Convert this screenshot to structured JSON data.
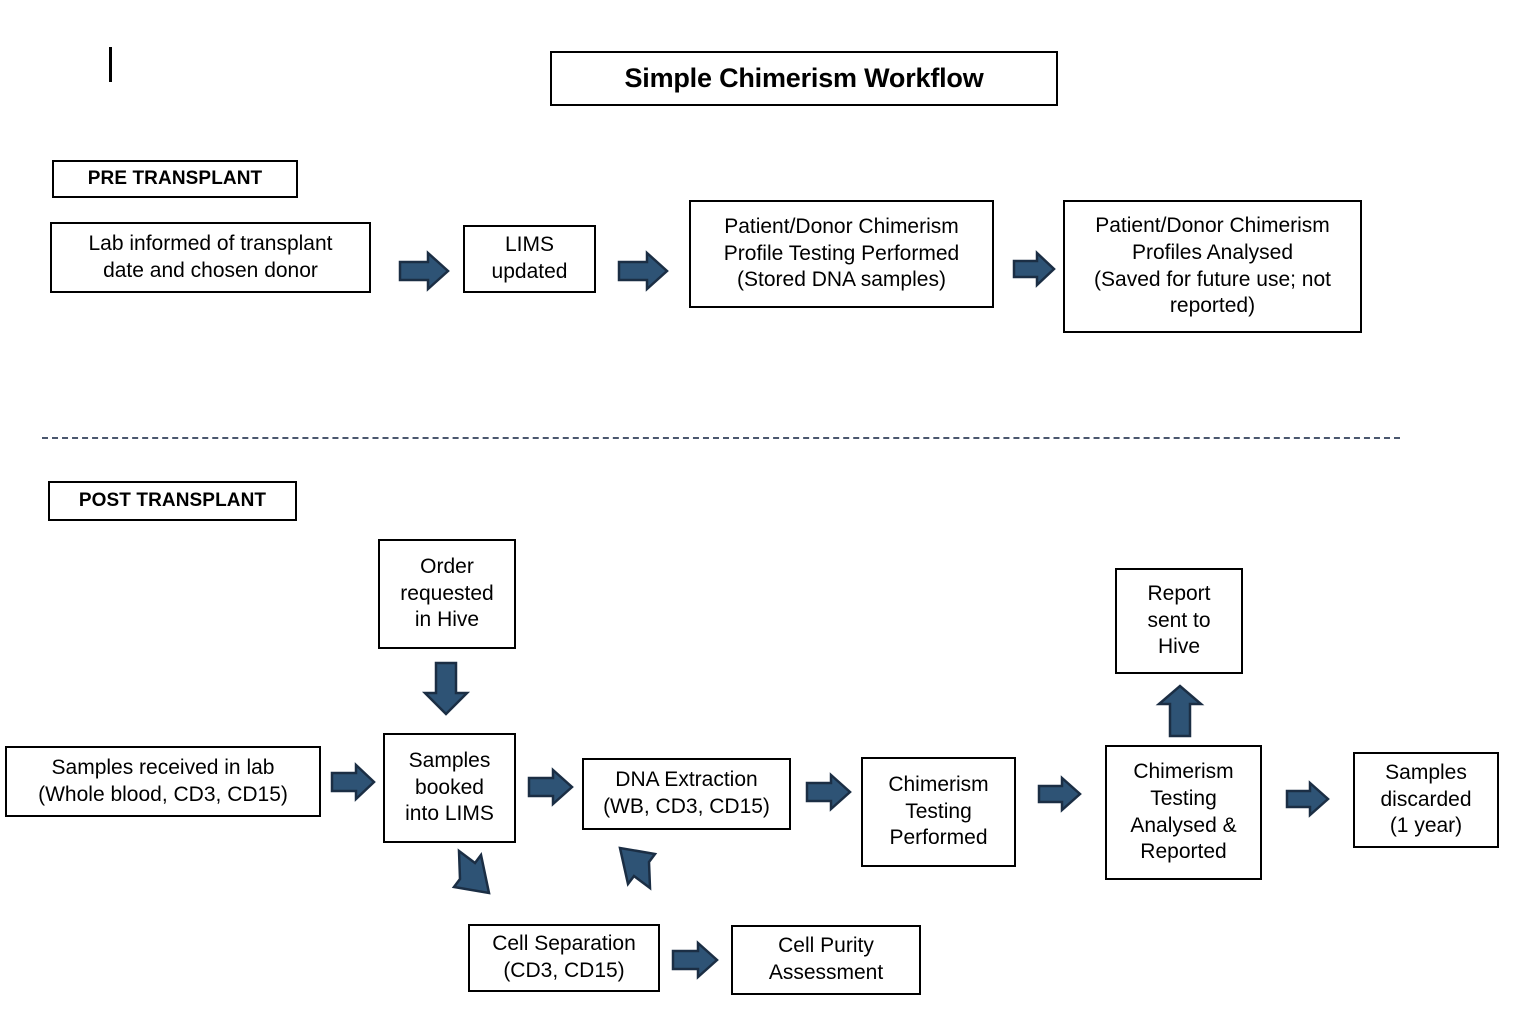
{
  "page": {
    "title": "Simple Chimerism Workflow",
    "background": "#ffffff",
    "arrow_fill": "#2e5375",
    "arrow_stroke": "#1b2e44",
    "box_border": "#000000",
    "divider_color": "#2b3a55"
  },
  "sections": {
    "pre": {
      "label": "PRE TRANSPLANT"
    },
    "post": {
      "label": "POST TRANSPLANT"
    }
  },
  "pre_transplant_nodes": [
    {
      "id": "lab-informed",
      "text": "Lab informed of transplant\ndate and chosen donor"
    },
    {
      "id": "lims-updated",
      "text": "LIMS\nupdated"
    },
    {
      "id": "profile-testing",
      "text": "Patient/Donor Chimerism\nProfile Testing Performed\n(Stored DNA samples)"
    },
    {
      "id": "profiles-analysed",
      "text": "Patient/Donor Chimerism\nProfiles Analysed\n(Saved for future use; not\nreported)"
    }
  ],
  "post_transplant_nodes": [
    {
      "id": "order-requested",
      "text": "Order\nrequested\nin Hive"
    },
    {
      "id": "samples-received",
      "text": "Samples received in lab\n(Whole blood, CD3, CD15)"
    },
    {
      "id": "samples-booked",
      "text": "Samples\nbooked\ninto LIMS"
    },
    {
      "id": "dna-extraction",
      "text": "DNA Extraction\n(WB, CD3,  CD15)"
    },
    {
      "id": "chimerism-testing",
      "text": "Chimerism\nTesting\nPerformed"
    },
    {
      "id": "chimerism-analysed",
      "text": "Chimerism\nTesting\nAnalysed &\nReported"
    },
    {
      "id": "report-sent",
      "text": "Report\nsent to\nHive"
    },
    {
      "id": "samples-discarded",
      "text": "Samples\ndiscarded\n(1 year)"
    },
    {
      "id": "cell-separation",
      "text": "Cell Separation\n(CD3, CD15)"
    },
    {
      "id": "cell-purity",
      "text": "Cell Purity\nAssessment"
    }
  ],
  "connectors": [
    {
      "id": "arrow-lab-to-lims",
      "direction": "right"
    },
    {
      "id": "arrow-lims-to-profile",
      "direction": "right"
    },
    {
      "id": "arrow-profile-to-analysed",
      "direction": "right"
    },
    {
      "id": "arrow-order-to-booked",
      "direction": "down"
    },
    {
      "id": "arrow-received-to-booked",
      "direction": "right"
    },
    {
      "id": "arrow-booked-to-dna",
      "direction": "right"
    },
    {
      "id": "arrow-dna-to-testing",
      "direction": "right"
    },
    {
      "id": "arrow-testing-to-analysed",
      "direction": "right"
    },
    {
      "id": "arrow-analysed-to-report",
      "direction": "up"
    },
    {
      "id": "arrow-analysed-to-discarded",
      "direction": "right"
    },
    {
      "id": "arrow-booked-to-cellsep",
      "direction": "down-right"
    },
    {
      "id": "arrow-cellsep-to-dna",
      "direction": "up-right"
    },
    {
      "id": "arrow-cellsep-to-purity",
      "direction": "right"
    }
  ]
}
